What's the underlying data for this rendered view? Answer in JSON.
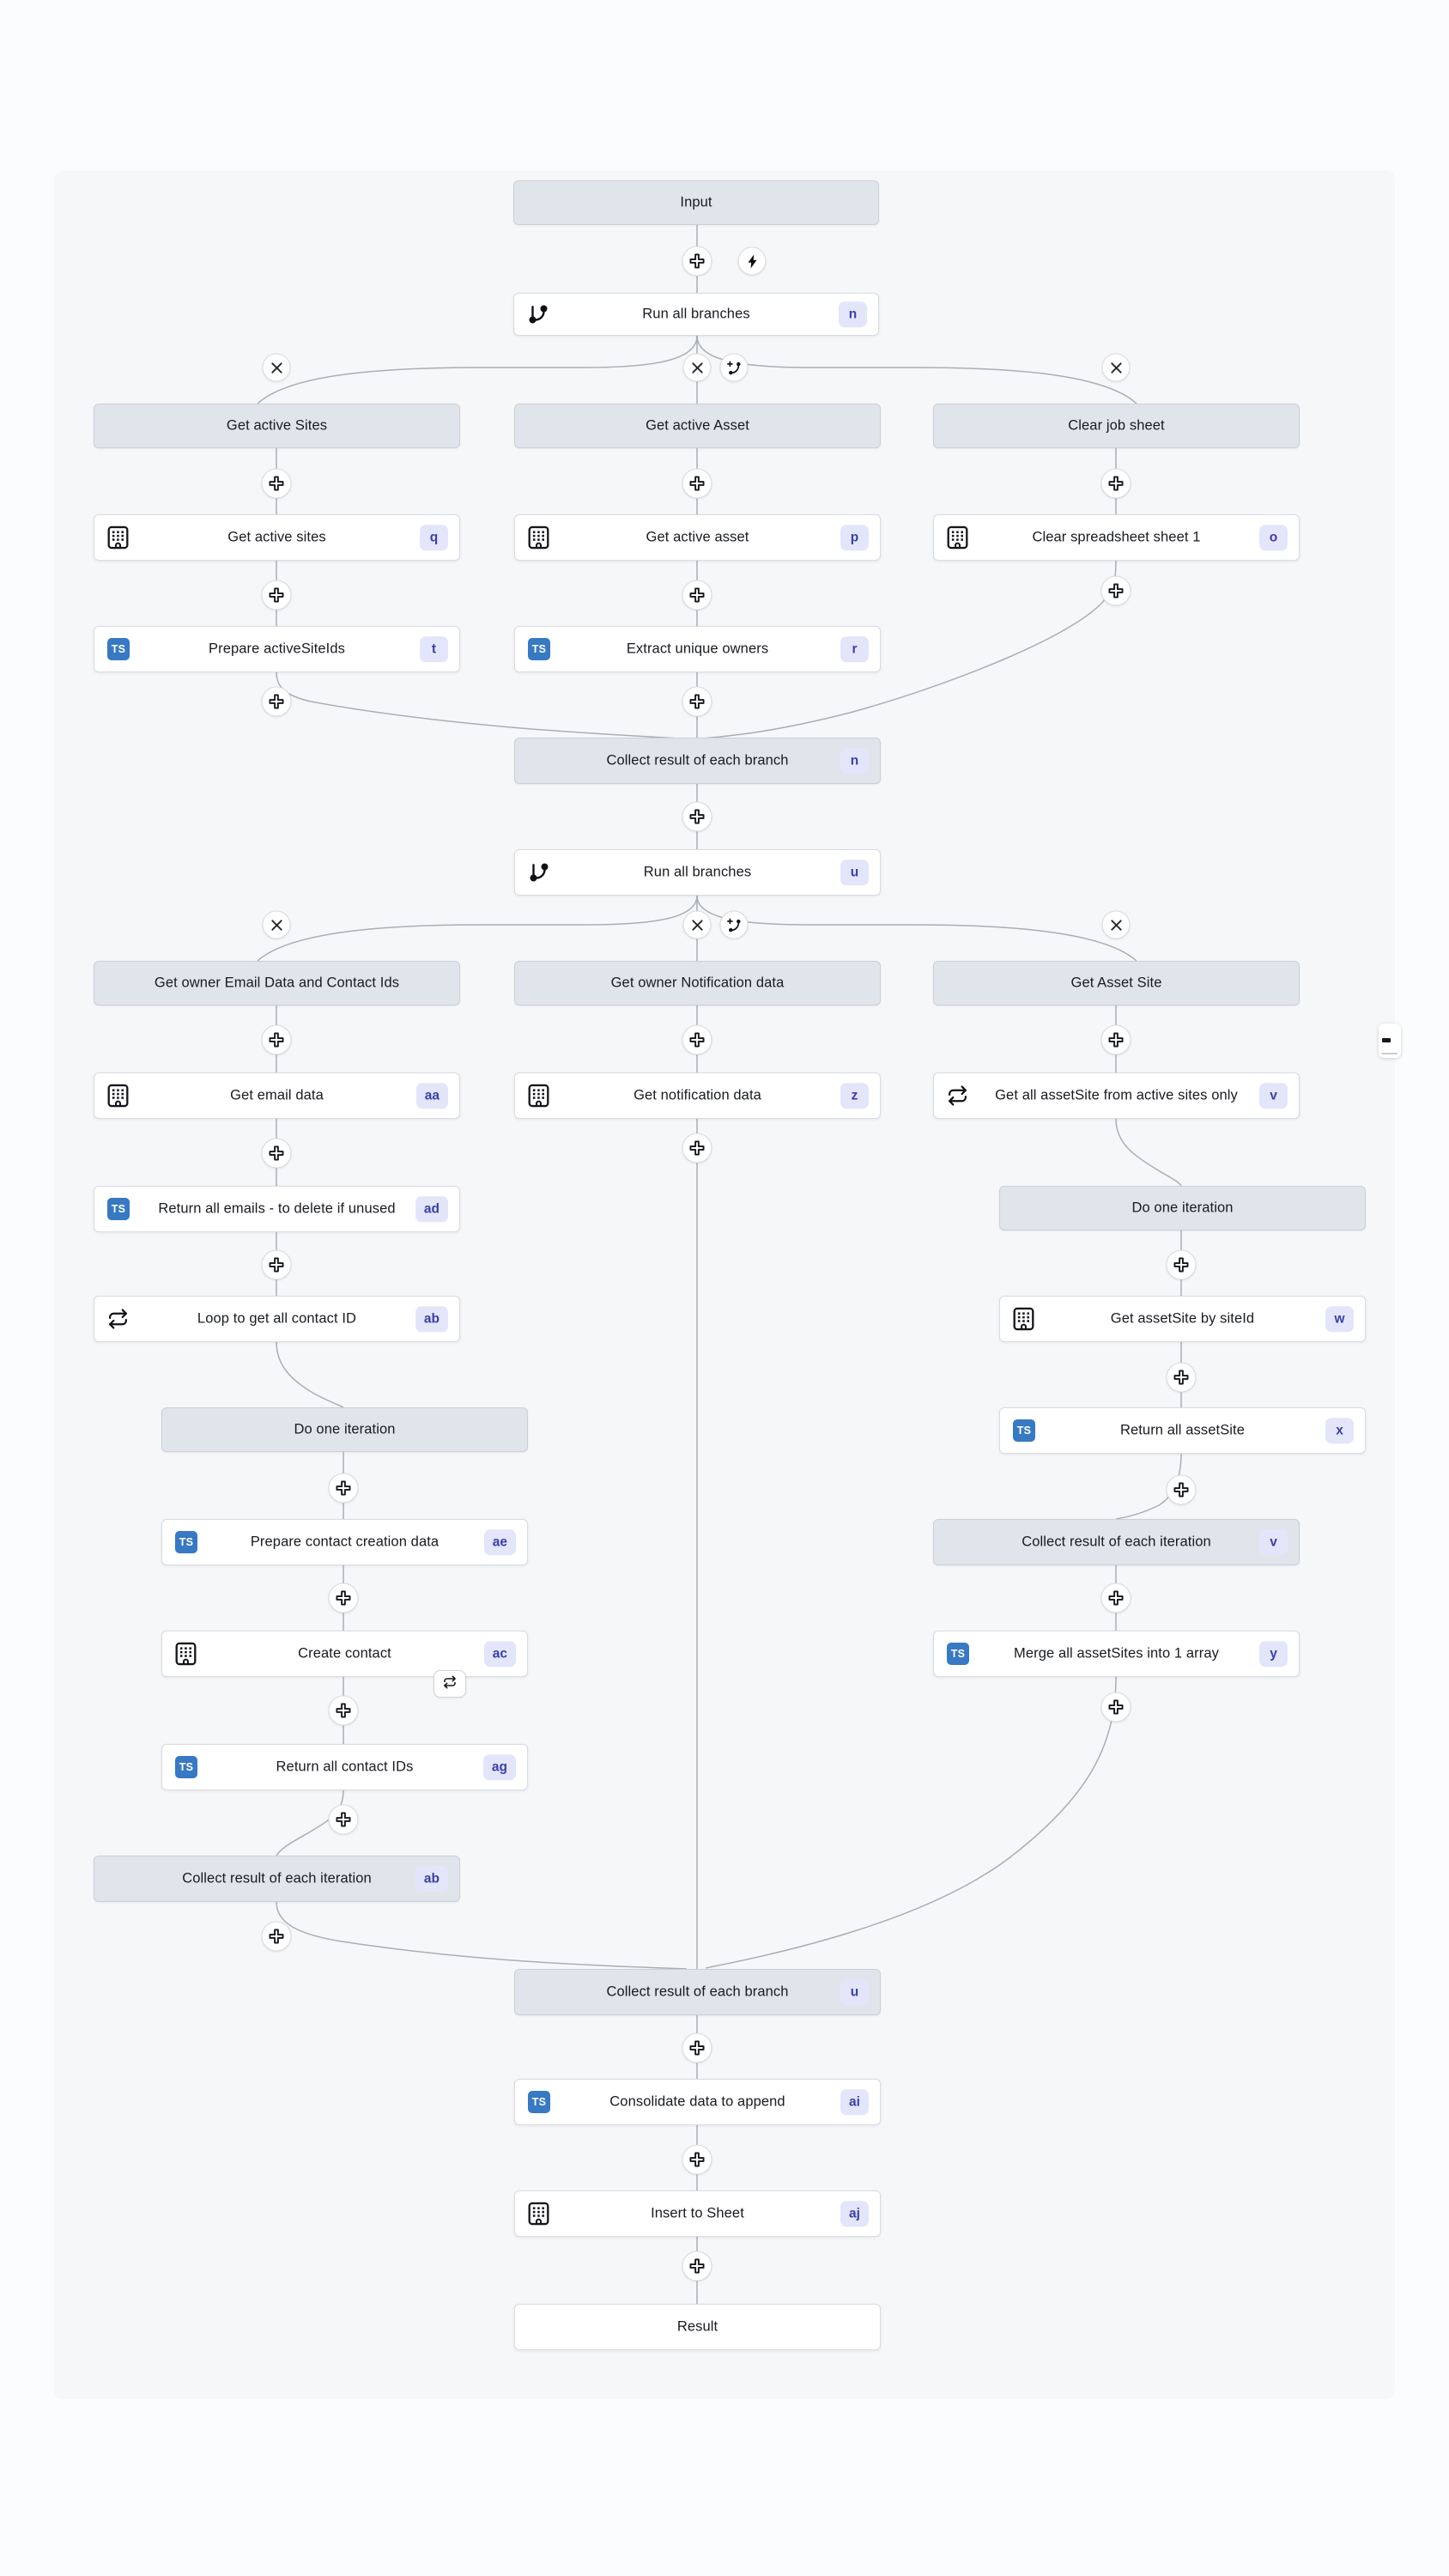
{
  "colors": {
    "canvas_bg": "#f6f7f9",
    "page_bg": "#fbfcfe",
    "connector": "#a9aeb6",
    "node_header_bg": "#e0e5eb",
    "node_bg": "#ffffff",
    "badge_bg": "#e3e6fa",
    "badge_text": "#3c3ea6",
    "ts_blue": "#3779c2"
  },
  "controls": {
    "add_step_icon": "plus-icon",
    "delete_branch_icon": "x-icon",
    "add_branch_icon": "branch-plus-icon",
    "trigger_icon": "lightning-icon",
    "loop_indicator_icon": "repeat-icon",
    "edge_widget_icon": "minus-icon"
  },
  "nodes": [
    {
      "id": "input",
      "kind": "header",
      "label": "Input"
    },
    {
      "id": "run-all-branches-1",
      "kind": "action",
      "icon": "git-branch-icon",
      "label": "Run all branches",
      "badge": "n"
    },
    {
      "id": "branch-header-get-active-sites",
      "kind": "header",
      "label": "Get active Sites"
    },
    {
      "id": "branch-header-get-active-asset",
      "kind": "header",
      "label": "Get active Asset"
    },
    {
      "id": "branch-header-clear-job-sheet",
      "kind": "header",
      "label": "Clear job sheet"
    },
    {
      "id": "get-active-sites",
      "kind": "action",
      "icon": "building-icon",
      "label": "Get active sites",
      "badge": "q"
    },
    {
      "id": "get-active-asset",
      "kind": "action",
      "icon": "building-icon",
      "label": "Get active asset",
      "badge": "p"
    },
    {
      "id": "clear-spreadsheet-sheet-1",
      "kind": "action",
      "icon": "building-icon",
      "label": "Clear spreadsheet sheet 1",
      "badge": "o"
    },
    {
      "id": "prepare-activesiteids",
      "kind": "action",
      "icon": "ts-icon",
      "label": "Prepare activeSiteIds",
      "badge": "t"
    },
    {
      "id": "extract-unique-owners",
      "kind": "action",
      "icon": "ts-icon",
      "label": "Extract unique owners",
      "badge": "r"
    },
    {
      "id": "collect-result-branch-n",
      "kind": "header",
      "label": "Collect result of each branch",
      "badge": "n"
    },
    {
      "id": "run-all-branches-2",
      "kind": "action",
      "icon": "git-branch-icon",
      "label": "Run all branches",
      "badge": "u"
    },
    {
      "id": "branch-header-get-owner-email",
      "kind": "header",
      "label": "Get owner Email Data and Contact Ids"
    },
    {
      "id": "branch-header-get-owner-notification",
      "kind": "header",
      "label": "Get owner Notification data"
    },
    {
      "id": "branch-header-get-asset-site",
      "kind": "header",
      "label": "Get Asset Site"
    },
    {
      "id": "get-email-data",
      "kind": "action",
      "icon": "building-icon",
      "label": "Get email data",
      "badge": "aa"
    },
    {
      "id": "get-notification-data",
      "kind": "action",
      "icon": "building-icon",
      "label": "Get notification data",
      "badge": "z"
    },
    {
      "id": "get-all-assetsite",
      "kind": "action",
      "icon": "repeat-icon",
      "label": "Get all assetSite from active sites only",
      "badge": "v"
    },
    {
      "id": "return-all-emails",
      "kind": "action",
      "icon": "ts-icon",
      "label": "Return all emails - to delete if unused",
      "badge": "ad"
    },
    {
      "id": "loop-to-get-all-contact-id",
      "kind": "action",
      "icon": "repeat-icon",
      "label": "Loop to get all contact ID",
      "badge": "ab"
    },
    {
      "id": "do-one-iteration-left",
      "kind": "header",
      "label": "Do one iteration"
    },
    {
      "id": "prepare-contact-creation-data",
      "kind": "action",
      "icon": "ts-icon",
      "label": "Prepare contact creation data",
      "badge": "ae"
    },
    {
      "id": "create-contact",
      "kind": "action",
      "icon": "building-icon",
      "label": "Create contact",
      "badge": "ac"
    },
    {
      "id": "return-all-contact-ids",
      "kind": "action",
      "icon": "ts-icon",
      "label": "Return all contact IDs",
      "badge": "ag"
    },
    {
      "id": "collect-result-iteration-left",
      "kind": "header",
      "label": "Collect result of each iteration",
      "badge": "ab"
    },
    {
      "id": "do-one-iteration-right",
      "kind": "header",
      "label": "Do one iteration"
    },
    {
      "id": "get-assetsite-by-siteid",
      "kind": "action",
      "icon": "building-icon",
      "label": "Get assetSite by siteId",
      "badge": "w"
    },
    {
      "id": "return-all-assetsite",
      "kind": "action",
      "icon": "ts-icon",
      "label": "Return all assetSite",
      "badge": "x"
    },
    {
      "id": "collect-result-iteration-right",
      "kind": "header",
      "label": "Collect result of each iteration",
      "badge": "v"
    },
    {
      "id": "merge-all-assetsites",
      "kind": "action",
      "icon": "ts-icon",
      "label": "Merge all assetSites into 1 array",
      "badge": "y"
    },
    {
      "id": "collect-result-branch-u",
      "kind": "header",
      "label": "Collect result of each branch",
      "badge": "u"
    },
    {
      "id": "consolidate-data-to-append",
      "kind": "action",
      "icon": "ts-icon",
      "label": "Consolidate data to append",
      "badge": "ai"
    },
    {
      "id": "insert-to-sheet",
      "kind": "action",
      "icon": "building-icon",
      "label": "Insert to Sheet",
      "badge": "aj"
    },
    {
      "id": "result",
      "kind": "plain",
      "label": "Result"
    }
  ]
}
